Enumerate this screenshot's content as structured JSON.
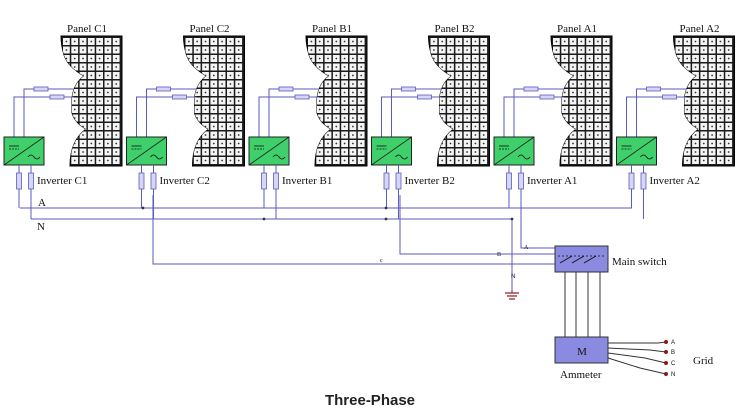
{
  "caption": "Three-Phase",
  "panels": [
    {
      "label": "Panel C1",
      "inverter": "Inverter C1"
    },
    {
      "label": "Panel C2",
      "inverter": "Inverter C2"
    },
    {
      "label": "Panel B1",
      "inverter": "Inverter B1"
    },
    {
      "label": "Panel B2",
      "inverter": "Inverter B2"
    },
    {
      "label": "Panel A1",
      "inverter": "Inverter A1"
    },
    {
      "label": "Panel A2",
      "inverter": "Inverter A2"
    }
  ],
  "bus_labels": {
    "a": "A",
    "n": "N",
    "c": "c",
    "b": "B",
    "a_small": "A",
    "n_small": "N"
  },
  "main_switch": {
    "label": "Main switch"
  },
  "ammeter": {
    "symbol": "M",
    "label": "Ammeter"
  },
  "grid": {
    "label": "Grid",
    "terminals": [
      "A",
      "B",
      "C",
      "N"
    ]
  },
  "colors": {
    "panel": "#1a1a1a",
    "inverter": "#3fcf6b",
    "switch": "#8a8ae0",
    "ammeter": "#8a8ae0",
    "wire": "#5a5ac0",
    "terminal": "#8b1a1a"
  }
}
